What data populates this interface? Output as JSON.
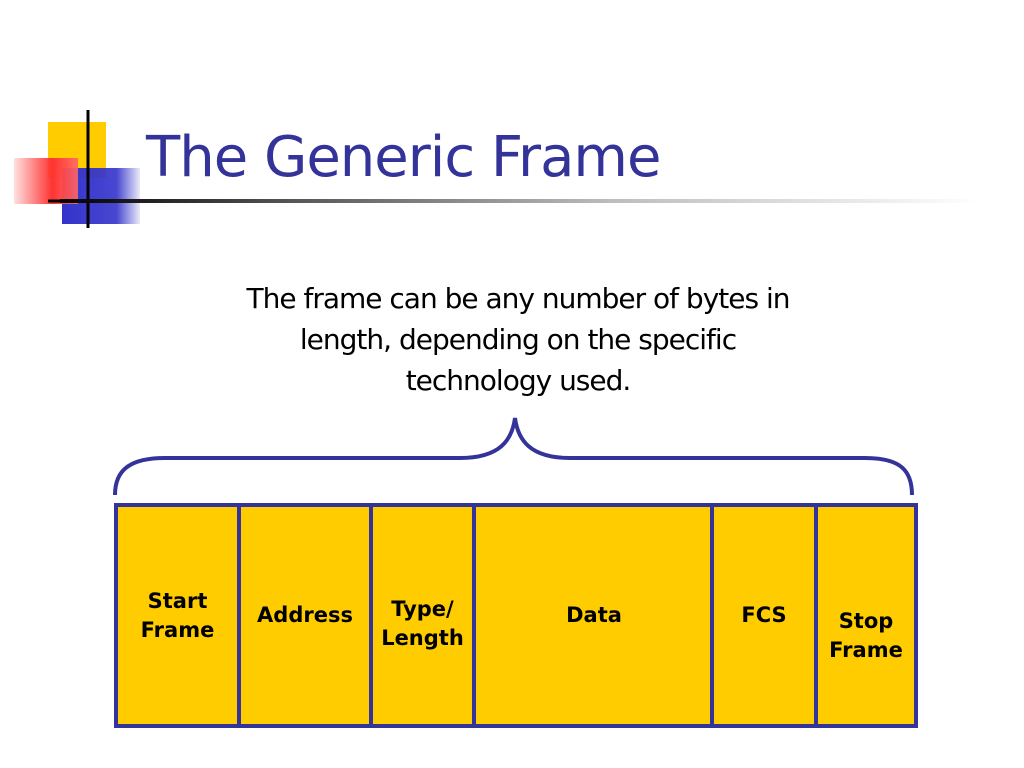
{
  "slide": {
    "title": "The Generic Frame",
    "caption": "The frame can be any number of bytes in length, depending on the specific technology used."
  },
  "frame": {
    "fields": [
      {
        "label": "Start\nFrame"
      },
      {
        "label": "Address"
      },
      {
        "label": "Type/\nLength"
      },
      {
        "label": "Data"
      },
      {
        "label": "FCS"
      },
      {
        "label": "Stop\nFrame"
      }
    ]
  },
  "colors": {
    "title": "#333399",
    "field_fill": "#ffcc00",
    "field_border": "#333399",
    "brace": "#333399",
    "deco_yellow": "#ffcc00",
    "deco_blue": "#3333cc",
    "deco_red": "#ff3333"
  }
}
